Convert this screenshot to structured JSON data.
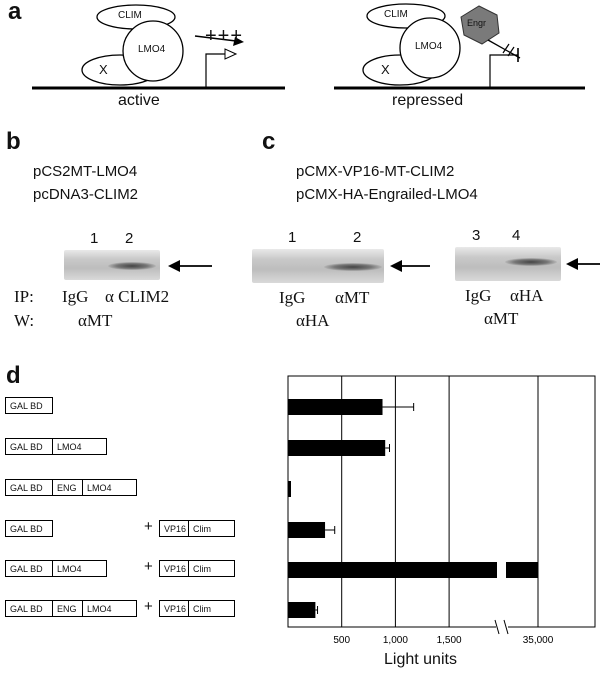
{
  "panel_a": {
    "letter": "a",
    "active": {
      "clim": "CLIM",
      "lmo4": "LMO4",
      "x": "X",
      "output": "+++",
      "caption": "active"
    },
    "repressed": {
      "clim": "CLIM",
      "engr": "Engr",
      "lmo4": "LMO4",
      "x": "X",
      "caption": "repressed"
    }
  },
  "panel_b": {
    "letter": "b",
    "constructs": [
      "pCS2MT-LMO4",
      "pcDNA3-CLIM2"
    ],
    "lanes": [
      "1",
      "2"
    ],
    "ip_label": "IP:",
    "w_label": "W:",
    "ip_values": [
      "IgG",
      "α CLIM2"
    ],
    "w_value": "αMT"
  },
  "panel_c": {
    "letter": "c",
    "constructs": [
      "pCMX-VP16-MT-CLIM2",
      "pCMX-HA-Engrailed-LMO4"
    ],
    "left": {
      "lanes": [
        "1",
        "2"
      ],
      "ip_values": [
        "IgG",
        "αMT"
      ],
      "w_value": "αHA"
    },
    "right": {
      "lanes": [
        "3",
        "4"
      ],
      "ip_values": [
        "IgG",
        "αHA"
      ],
      "w_value": "αMT"
    }
  },
  "panel_d": {
    "letter": "d",
    "rows": [
      {
        "segments": [
          "GAL BD"
        ],
        "partner": []
      },
      {
        "segments": [
          "GAL BD",
          "LMO4"
        ],
        "partner": []
      },
      {
        "segments": [
          "GAL BD",
          "ENG",
          "LMO4"
        ],
        "partner": []
      },
      {
        "segments": [
          "GAL BD"
        ],
        "partner": [
          "VP16",
          "Clim"
        ]
      },
      {
        "segments": [
          "GAL BD",
          "LMO4"
        ],
        "partner": [
          "VP16",
          "Clim"
        ]
      },
      {
        "segments": [
          "GAL BD",
          "ENG",
          "LMO4"
        ],
        "partner": [
          "VP16",
          "Clim"
        ]
      }
    ],
    "plus": "+",
    "chart_data": {
      "type": "bar",
      "orientation": "horizontal",
      "xlabel": "Light units",
      "x_tick_labels": [
        "500",
        "1,000",
        "1,500",
        "35,000"
      ],
      "axis_break": "between 1,500 and 35,000",
      "values": [
        880,
        905,
        20,
        345,
        35000,
        255
      ],
      "errors": [
        290,
        40,
        0,
        90,
        0,
        20
      ],
      "grid": true
    }
  }
}
